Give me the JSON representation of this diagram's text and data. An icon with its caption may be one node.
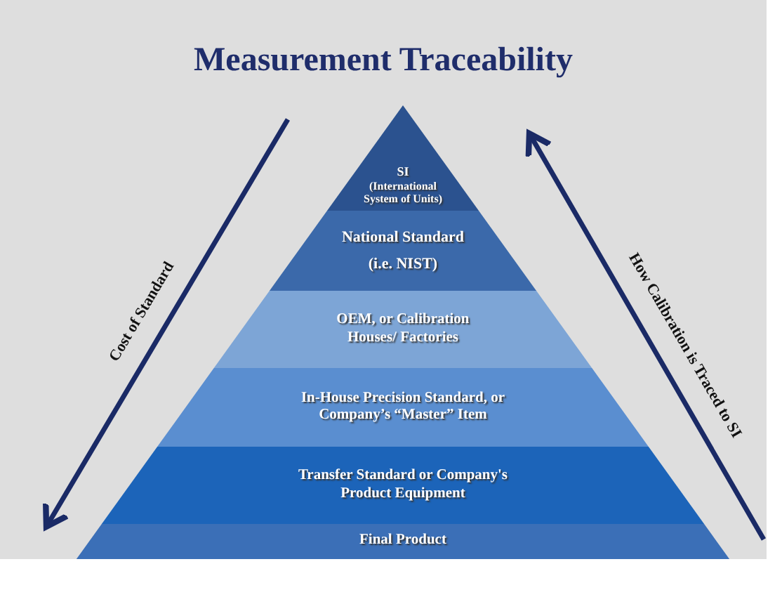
{
  "diagram": {
    "title": "Measurement Traceability",
    "nodes": [
      {
        "text": [
          "SI",
          "(International System of Units)"
        ]
      },
      {
        "text": [
          "National Standard",
          "(i.e. NIST)"
        ]
      },
      {
        "text": [
          "OEM, or Calibration Houses/ Factories"
        ]
      },
      {
        "text": [
          "In-House Precision Standard, or Company’s “Master”  Item"
        ]
      },
      {
        "text": [
          "Transfer Standard or Company's Product Equipment"
        ]
      },
      {
        "text": [
          "Final Product"
        ]
      }
    ],
    "edges": [
      {
        "from": 0,
        "to": 5,
        "arrow": "to",
        "label": "Cost of Standard"
      },
      {
        "from": 5,
        "to": 0,
        "arrow": "to",
        "label": "How Calibration is Traced to SI"
      }
    ]
  }
}
